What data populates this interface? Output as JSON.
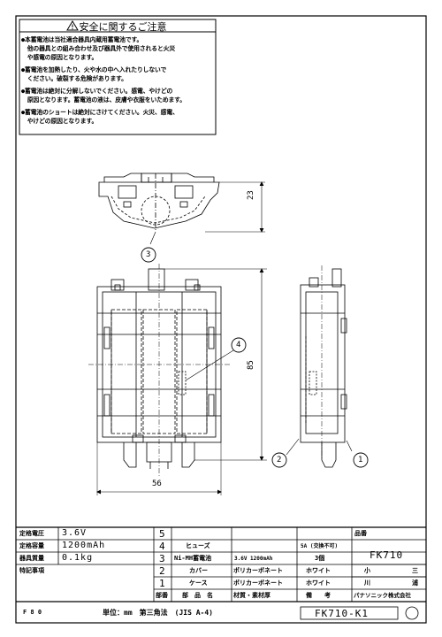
{
  "caution": {
    "title": "安全に関するご注意",
    "lines": [
      "●本蓄電池は当社適合器具内蔵用蓄電池です。",
      "　他の器具との組み合わせ及び器具外で使用されると火災",
      "　や感電の原因となります。",
      "●蓄電池を加熱したり、火や水の中へ入れたりしないで",
      "　ください。破裂する危険があります。",
      "●蓄電池は絶対に分解しないでください。感電、やけどの",
      "　原因となります。蓄電池の液は、皮膚や衣服をいためます。",
      "●蓄電池のショートは絶対にさけてください。火災、感電、",
      "　やけどの原因となります。"
    ]
  },
  "drawing": {
    "dim_height_top": "23",
    "dim_height_front": "85",
    "dim_width": "56",
    "callouts": [
      "1",
      "2",
      "3",
      "4"
    ]
  },
  "specs": {
    "voltage_label": "定格電圧",
    "voltage_value": "3.6V",
    "capacity_label": "定格容量",
    "capacity_value": "1200mAh",
    "mass_label": "器具質量",
    "mass_value": "0.1kg",
    "notes_label": "特記事項"
  },
  "parts": {
    "row5": {
      "no": "5"
    },
    "row4": {
      "no": "4",
      "name": "ヒューズ",
      "remark": "5A (交換不可)"
    },
    "row3": {
      "no": "3",
      "name": "Ni-MH蓄電池",
      "material": "3.6V 1200mAh",
      "remark": "3個"
    },
    "row2": {
      "no": "2",
      "name": "カバー",
      "material": "ポリカーボネート",
      "color": "ホワイト"
    },
    "row1": {
      "no": "1",
      "name": "ケース",
      "material": "ポリカーボネート",
      "color": "ホワイト"
    },
    "header": {
      "no": "部番",
      "name": "部　品　名",
      "material": "材質・素材厚",
      "remark": "備　　考"
    }
  },
  "title_block": {
    "part_no_label": "品番",
    "part_no": "FK710",
    "drawn_label": "小",
    "drawn_name": "三",
    "checked_label": "川",
    "checked_name": "浦",
    "company": "パナソニック株式会社"
  },
  "footer": {
    "code": "F 8 0",
    "unit": "単位：mm　第三角法　(JIS A-4)",
    "drawing_no": "FK710-K1"
  }
}
